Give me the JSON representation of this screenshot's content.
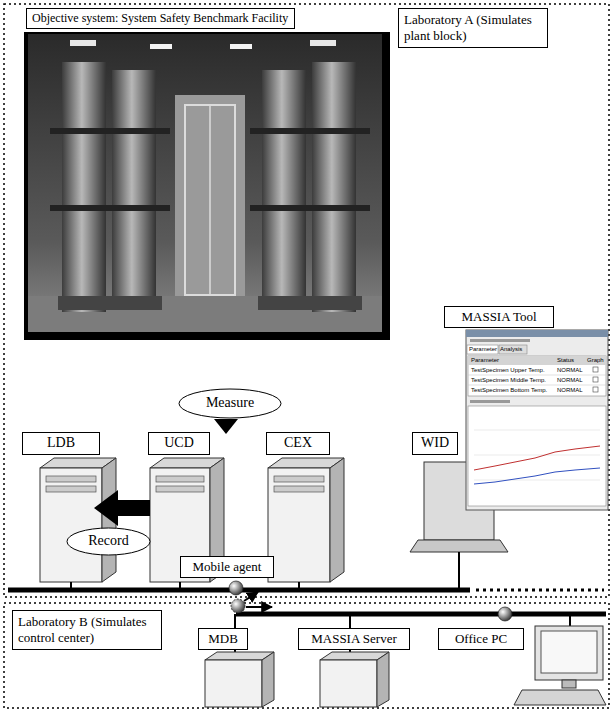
{
  "diagram": {
    "nodes": [
      {
        "text": [
          "Objective system: System Safety Benchmark Facility"
        ]
      },
      {
        "text": [
          "Laboratory A (Simulates plant block)"
        ]
      },
      {
        "text": [
          "MASSIA Tool"
        ]
      },
      {
        "text": [
          "Measure"
        ]
      },
      {
        "text": [
          "LDB"
        ]
      },
      {
        "text": [
          "UCD"
        ]
      },
      {
        "text": [
          "CEX"
        ]
      },
      {
        "text": [
          "WID"
        ]
      },
      {
        "text": [
          "Record"
        ]
      },
      {
        "text": [
          "Mobile agent"
        ]
      },
      {
        "text": [
          "Laboratory B (Simulates control center)"
        ]
      },
      {
        "text": [
          "MDB"
        ]
      },
      {
        "text": [
          "MASSIA Server"
        ]
      },
      {
        "text": [
          "Office PC"
        ]
      }
    ],
    "labels": [
      "Parameter",
      "Analysis",
      "Parameter",
      "Status",
      "Graph",
      "TestSpecimen Upper Temp.",
      "NORMAL",
      "TestSpecimen Middle Temp.",
      "NORMAL",
      "TestSpecimen Bottom Temp.",
      "NORMAL"
    ]
  }
}
